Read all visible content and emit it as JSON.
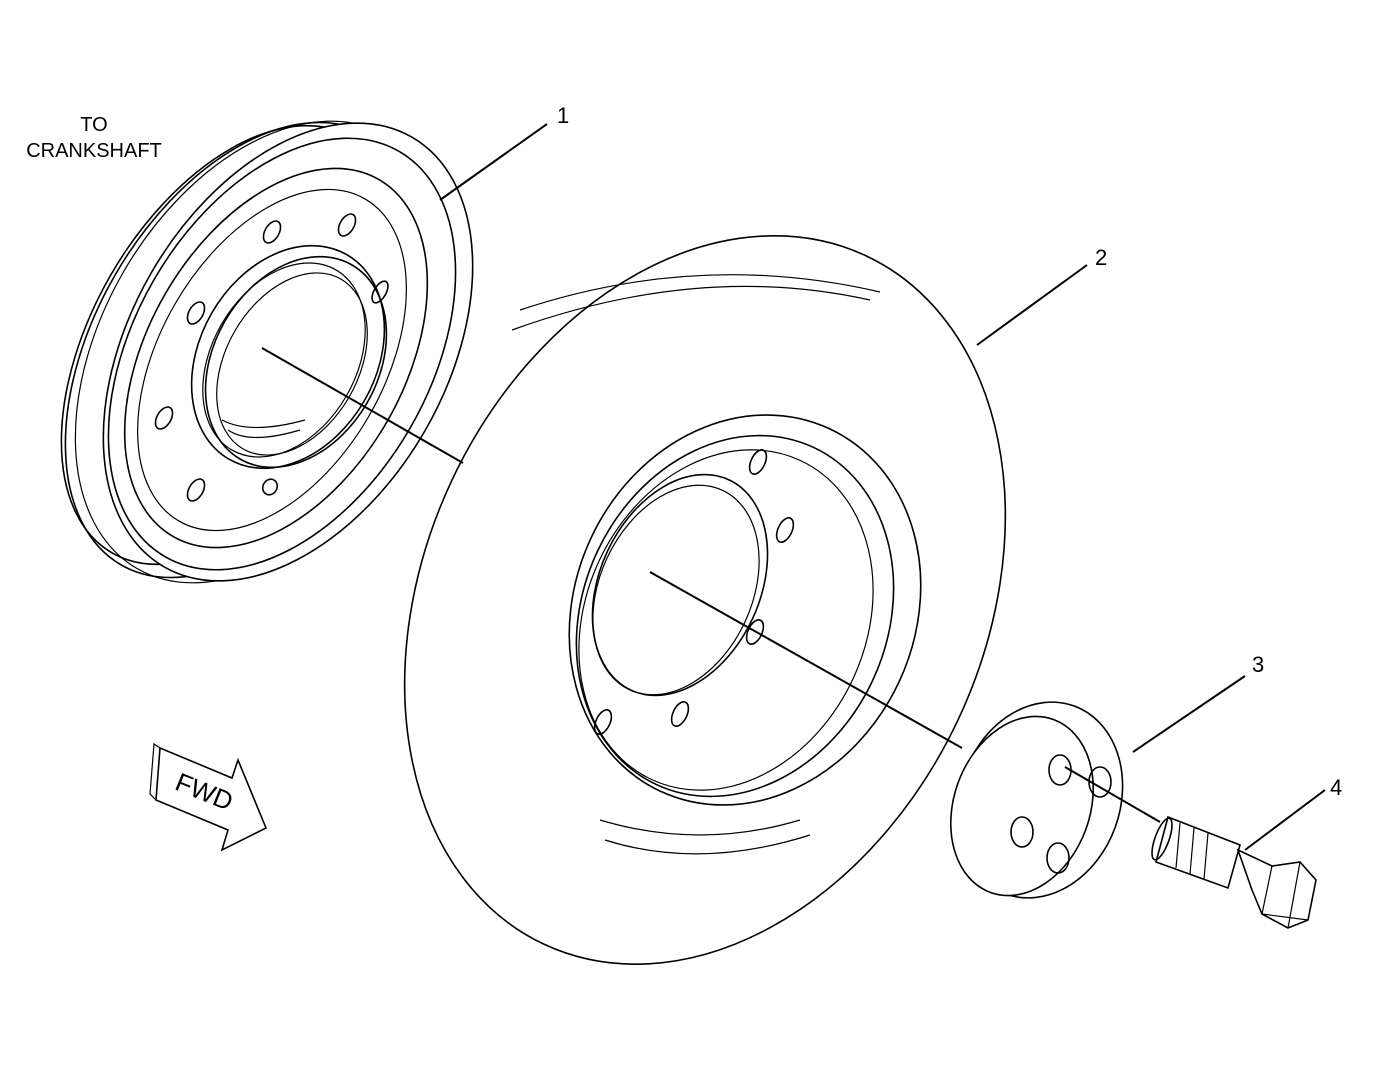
{
  "labels": {
    "note_line1": "TO",
    "note_line2": "CRANKSHAFT",
    "fwd": "FWD"
  },
  "callouts": [
    {
      "id": "1",
      "label": "1"
    },
    {
      "id": "2",
      "label": "2"
    },
    {
      "id": "3",
      "label": "3"
    },
    {
      "id": "4",
      "label": "4"
    }
  ],
  "colors": {
    "line": "#000000",
    "background": "#ffffff"
  }
}
